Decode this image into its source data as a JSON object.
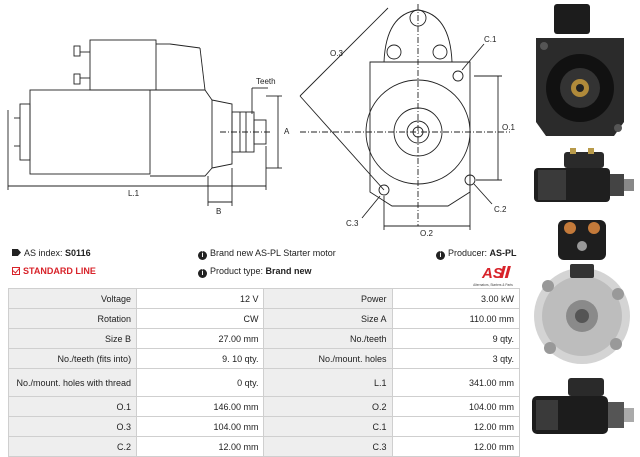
{
  "drawing": {
    "labels": {
      "teeth": "Teeth",
      "a": "A",
      "b": "B",
      "l1": "L.1",
      "o1": "O.1",
      "o2": "O.2",
      "o3": "O.3",
      "c1": "C.1",
      "c2": "C.2",
      "c3": "C.3"
    }
  },
  "info": {
    "as_index_label": "AS index:",
    "as_index_value": "S0116",
    "description": "Brand new AS-PL Starter motor",
    "producer_label": "Producer:",
    "producer_value": "AS-PL",
    "standard_line": "STANDARD LINE",
    "product_type_label": "Product type:",
    "product_type_value": "Brand new"
  },
  "logo": {
    "text": "AS",
    "tagline": "Alternators, Starters & Parts",
    "brand_color": "#d8232a"
  },
  "specs": [
    {
      "k1": "Voltage",
      "v1": "12 V",
      "k2": "Power",
      "v2": "3.00 kW"
    },
    {
      "k1": "Rotation",
      "v1": "CW",
      "k2": "Size A",
      "v2": "110.00 mm"
    },
    {
      "k1": "Size B",
      "v1": "27.00 mm",
      "k2": "No./teeth",
      "v2": "9 qty."
    },
    {
      "k1": "No./teeth (fits into)",
      "v1": "9. 10 qty.",
      "k2": "No./mount. holes",
      "v2": "3 qty."
    },
    {
      "k1": "No./mount. holes with thread",
      "v1": "0 qty.",
      "k2": "L.1",
      "v2": "341.00 mm"
    },
    {
      "k1": "O.1",
      "v1": "146.00 mm",
      "k2": "O.2",
      "v2": "104.00 mm"
    },
    {
      "k1": "O.3",
      "v1": "104.00 mm",
      "k2": "C.1",
      "v2": "12.00 mm"
    },
    {
      "k1": "C.2",
      "v1": "12.00 mm",
      "k2": "C.3",
      "v2": "12.00 mm"
    }
  ]
}
